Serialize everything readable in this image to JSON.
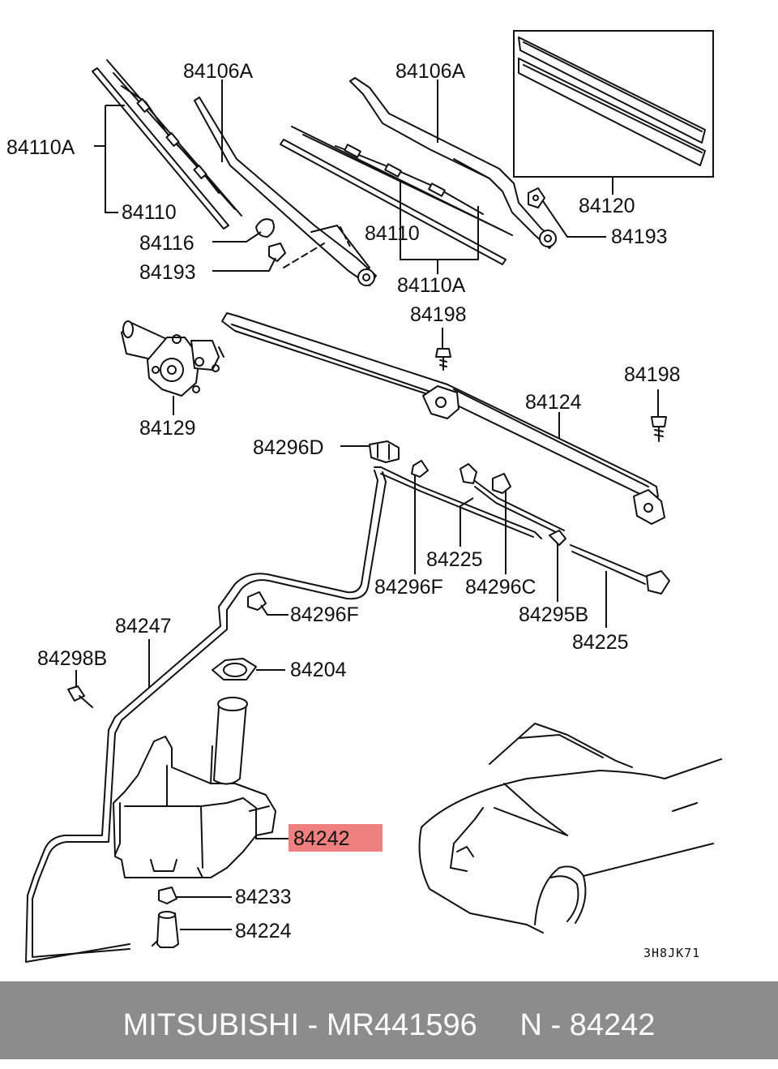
{
  "diagram": {
    "labels": {
      "p84110A_left": "84110A",
      "p84110_left": "84110",
      "p84106A_left": "84106A",
      "p84116": "84116",
      "p84193_left": "84193",
      "p84106A_right": "84106A",
      "p84110_right": "84110",
      "p84110A_right": "84110A",
      "p84120": "84120",
      "p84193_right": "84193",
      "p84198_top": "84198",
      "p84198_right": "84198",
      "p84129": "84129",
      "p84124": "84124",
      "p84296D": "84296D",
      "p84225_a": "84225",
      "p84296F_a": "84296F",
      "p84296C": "84296C",
      "p84295B": "84295B",
      "p84225_b": "84225",
      "p84296F_b": "84296F",
      "p84247": "84247",
      "p84298B": "84298B",
      "p84204": "84204",
      "p84242": "84242",
      "p84233": "84233",
      "p84224": "84224"
    },
    "drawing_code": "3H8JK71",
    "highlight_color": "#f08080"
  },
  "footer": {
    "text": "MITSUBISHI - MR441596     N - 84242"
  }
}
